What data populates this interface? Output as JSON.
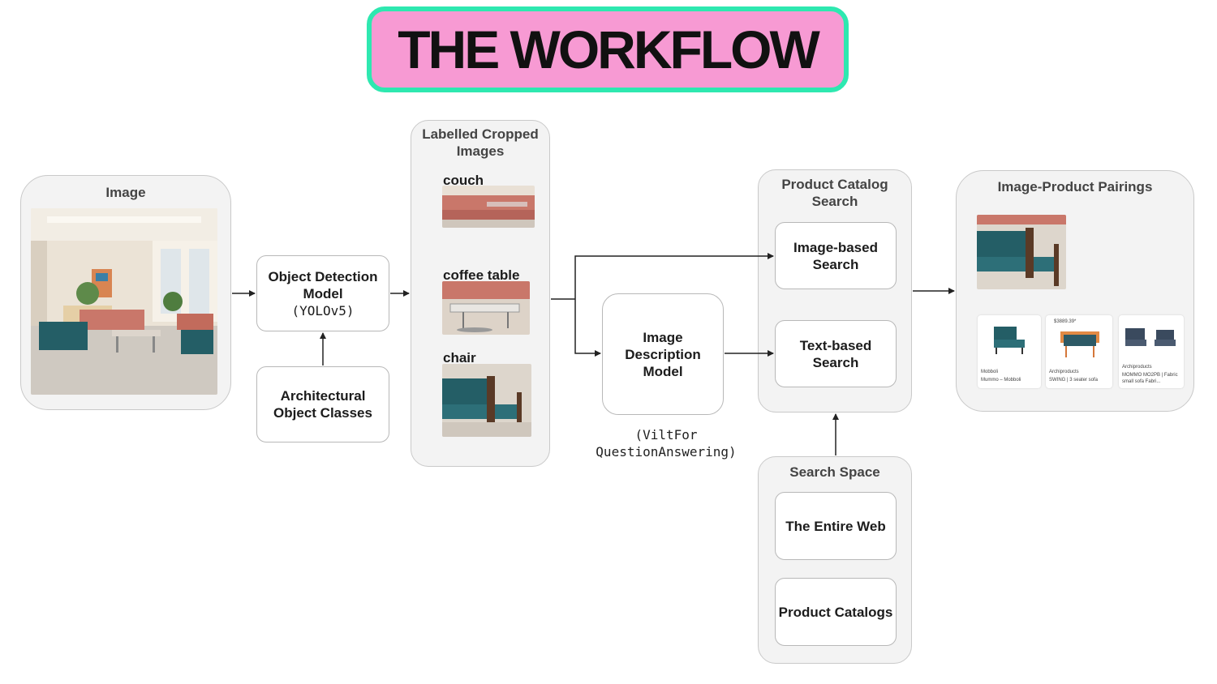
{
  "title": "THE WORKFLOW",
  "image_panel": {
    "title": "Image"
  },
  "object_detection": {
    "line1": "Object Detection",
    "line2": "Model",
    "code": "(YOLOv5)"
  },
  "arch_classes": {
    "line1": "Architectural",
    "line2": "Object Classes"
  },
  "cropped_panel": {
    "title_line1": "Labelled Cropped",
    "title_line2": "Images",
    "crops": [
      {
        "label": "couch"
      },
      {
        "label": "coffee table"
      },
      {
        "label": "chair"
      }
    ]
  },
  "description_model": {
    "line1": "Image",
    "line2": "Description",
    "line3": "Model"
  },
  "description_code": {
    "line1": "(ViltFor",
    "line2": "QuestionAnswering)"
  },
  "catalog_panel": {
    "title_line1": "Product Catalog",
    "title_line2": "Search",
    "image_search": {
      "line1": "Image-based",
      "line2": "Search"
    },
    "text_search": {
      "line1": "Text-based",
      "line2": "Search"
    }
  },
  "search_space": {
    "title": "Search Space",
    "items": [
      "The Entire Web",
      "Product Catalogs"
    ]
  },
  "pairings_panel": {
    "title": "Image-Product Pairings",
    "cards": [
      {
        "source": "Mobboli",
        "name": "Mummo – Mobboli",
        "price": ""
      },
      {
        "source": "Archiproducts",
        "name": "SWING | 3 seater sofa",
        "price": "$3889.39*"
      },
      {
        "source": "Archiproducts",
        "name": "MOMMO MO2PB | Fabric small sofa Fabri..."
      }
    ]
  },
  "colors": {
    "title_bg": "#f79ad3",
    "title_border": "#2ee8b0",
    "panel_bg": "#f3f3f3",
    "teal_furniture": "#245e66",
    "coral_furniture": "#c9776a"
  }
}
